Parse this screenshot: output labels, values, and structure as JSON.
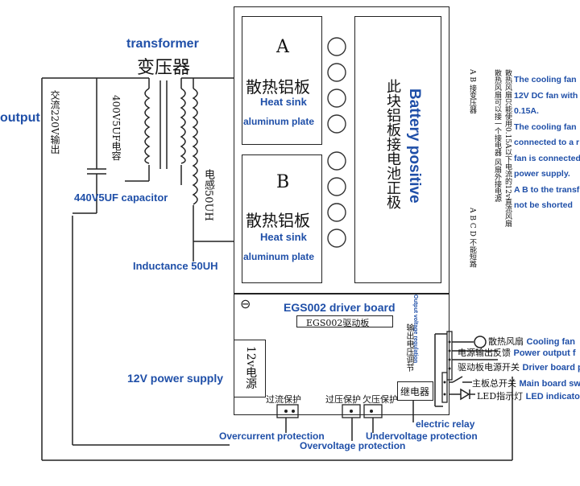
{
  "title_labels": {
    "transformer_en": "transformer",
    "transformer_cn": "变压器",
    "output_en": "output",
    "ac_output_cn": "交流220V输出",
    "capacitor_cn": "400V5UF电容",
    "capacitor_en": "440V5UF capacitor",
    "inductor_cn": "电感50UH",
    "inductor_en": "Inductance 50UH",
    "power_en": "12V power supply",
    "power_cn": "12v电源"
  },
  "heatsink_a": {
    "letter": "A",
    "cn": "散热铝板",
    "en1": "Heat sink",
    "en2": "aluminum plate"
  },
  "heatsink_b": {
    "letter": "B",
    "cn": "散热铝板",
    "en1": "Heat sink",
    "en2": "aluminum plate"
  },
  "battery": {
    "cn": "此块铝板接电池正极",
    "en": "Battery positive"
  },
  "driver_board": {
    "en": "EGS002 driver board",
    "cn_box": "EGS002驱动板",
    "minus_symbol": "⊖",
    "output_voltage_en": "Output voltage regulation",
    "output_voltage_cn": "输出电压调节",
    "relay_cn": "继电器"
  },
  "protections": {
    "overcurrent_cn": "过流保护",
    "overvoltage_cn": "过压保护",
    "undervoltage_cn": "欠压保护",
    "overcurrent_en": "Overcurrent protection",
    "overvoltage_en": "Overvoltage protection",
    "undervoltage_en": "Undervoltage protection",
    "relay_en": "electric relay"
  },
  "right_connectors": [
    {
      "cn": "散热风扇",
      "en": "Cooling fan"
    },
    {
      "cn": "电源输出反馈",
      "en": "Power output f"
    },
    {
      "cn": "驱动板电源开关",
      "en": "Driver board p"
    },
    {
      "cn": "主板总开关",
      "en": "Main board switch"
    },
    {
      "cn": "LED指示灯",
      "en": "LED indicator"
    }
  ],
  "notes_cn": {
    "col1": "A B 接变压器",
    "col2": "散热风扇只能使用0.15A以下电流的12v直流风扇",
    "col3": "散热风扇可以接一个接电器 风扇外接电源",
    "col4": "A B C D 不能短路"
  },
  "notes_en": [
    "The cooling fan",
    "12V DC fan with",
    "0.15A.",
    "The cooling fan",
    "connected to a r",
    "fan is connected",
    "power supply.",
    "A B to the transf",
    "not be shorted"
  ]
}
